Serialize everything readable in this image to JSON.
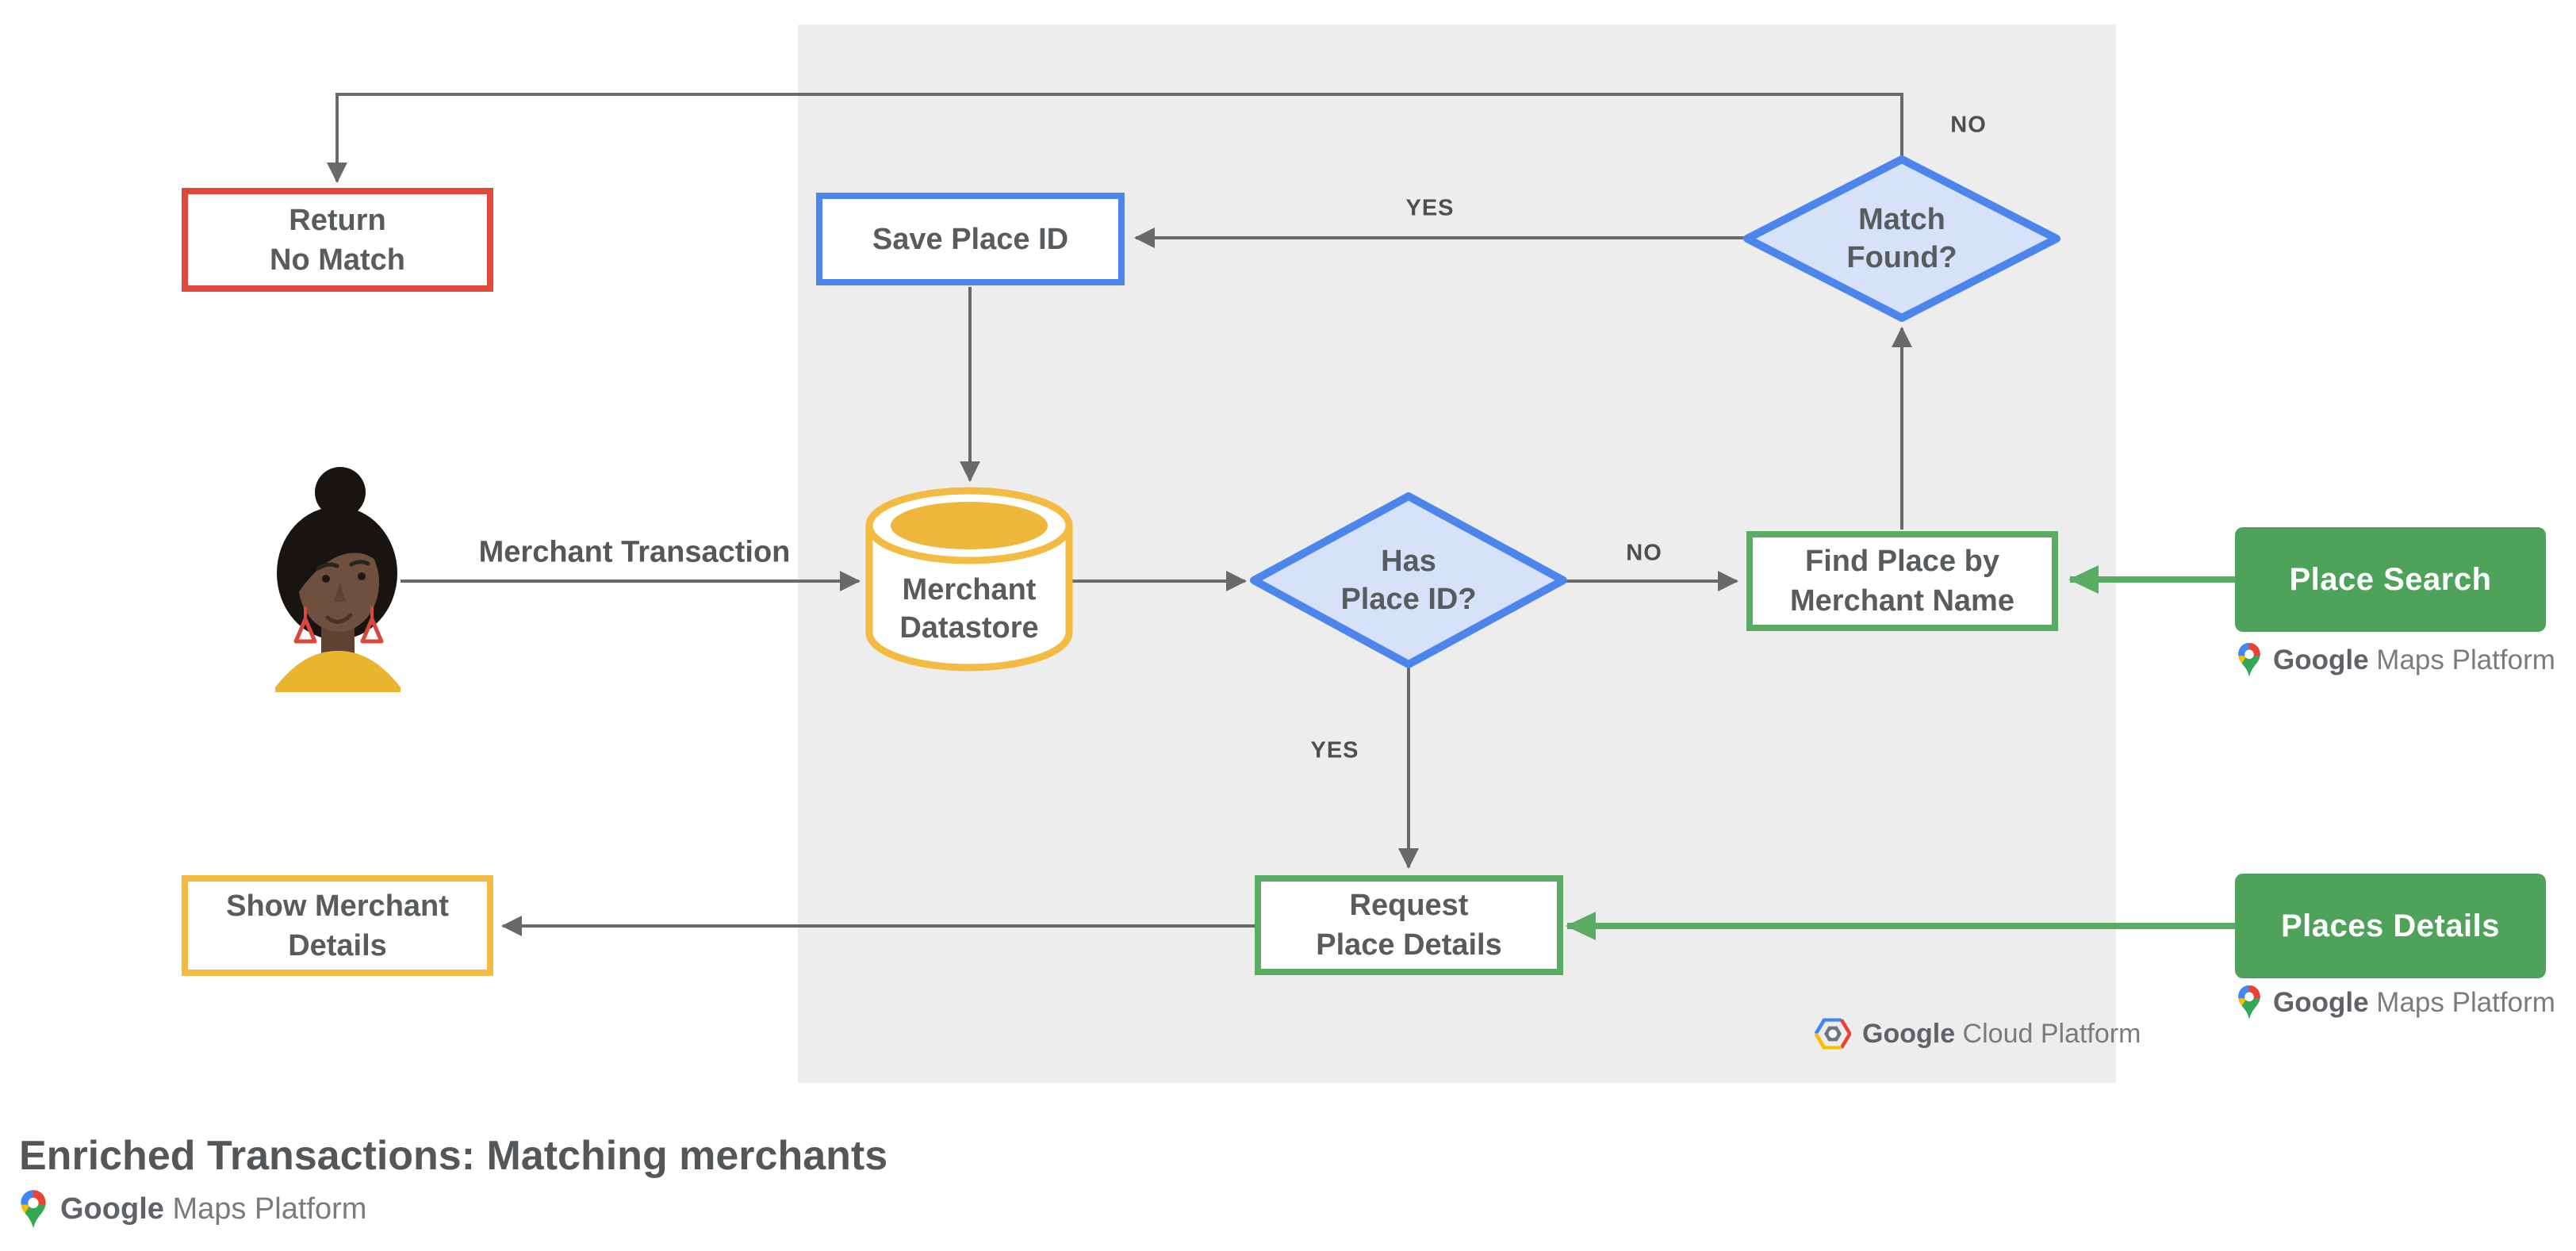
{
  "title": "Enriched Transactions: Matching merchants",
  "diagram": {
    "nodes": {
      "return_no_match": {
        "line1": "Return",
        "line2": "No Match"
      },
      "save_place_id": {
        "label": "Save Place ID"
      },
      "match_found": {
        "line1": "Match",
        "line2": "Found?"
      },
      "merchant_datastore": {
        "line1": "Merchant",
        "line2": "Datastore"
      },
      "has_place_id": {
        "line1": "Has",
        "line2": "Place ID?"
      },
      "find_place": {
        "line1": "Find Place by",
        "line2": "Merchant Name"
      },
      "place_search": {
        "label": "Place Search"
      },
      "request_place_details": {
        "line1": "Request",
        "line2": "Place Details"
      },
      "places_details": {
        "label": "Places Details"
      },
      "show_merchant_details": {
        "line1": "Show Merchant",
        "line2": "Details"
      }
    },
    "edge_labels": {
      "merchant_transaction": "Merchant Transaction",
      "match_found_yes": "YES",
      "match_found_no": "NO",
      "has_place_id_yes": "YES",
      "has_place_id_no": "NO"
    }
  },
  "branding": {
    "gcp": {
      "google": "Google",
      "rest": " Cloud Platform"
    },
    "gmp_search": {
      "google": "Google",
      "rest": " Maps Platform"
    },
    "gmp_details": {
      "google": "Google",
      "rest": " Maps Platform"
    },
    "gmp_footer": {
      "google": "Google",
      "rest": " Maps Platform"
    }
  },
  "colors": {
    "panel": "#EDEDED",
    "line_gray": "#67696b",
    "red": "#E0493A",
    "blue": "#4C86EC",
    "blue_fill": "#D7E1FA",
    "yellow": "#F3BB41",
    "gold": "#EFB63C",
    "green": "#5AAC62",
    "green_fill": "#4EA25A",
    "google_blue": "#4285F4",
    "google_red": "#EA4335",
    "google_yellow": "#FBBC04",
    "google_green": "#34A853"
  }
}
